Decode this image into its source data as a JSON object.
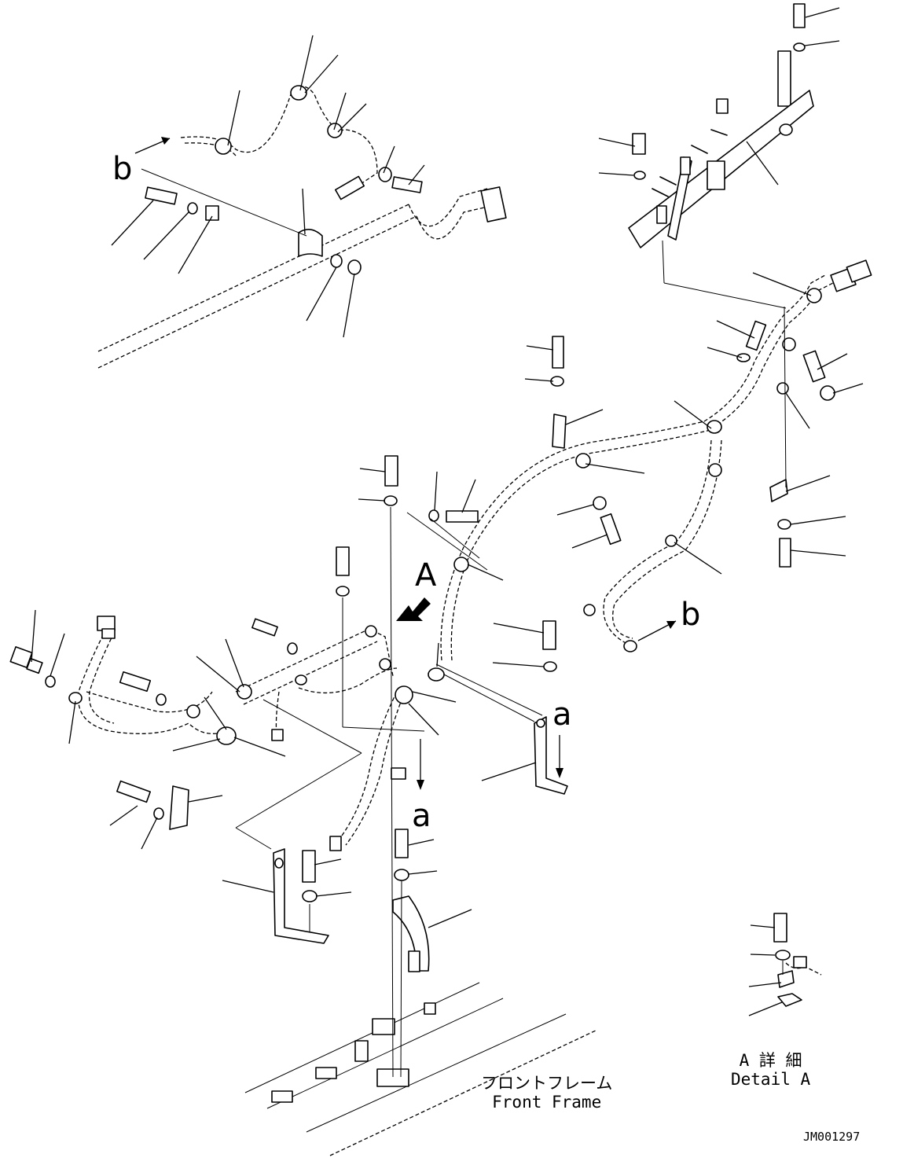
{
  "labels": {
    "view_a": "A",
    "ref_b_top": "b",
    "ref_b_right": "b",
    "ref_a_left": "a",
    "ref_a_right": "a"
  },
  "captions": {
    "front_frame_jp": "フロントフレーム",
    "front_frame_en": "Front Frame",
    "detail_a_jp": "A 詳 細",
    "detail_a_en": "Detail A"
  },
  "drawing_number": "JM001297"
}
